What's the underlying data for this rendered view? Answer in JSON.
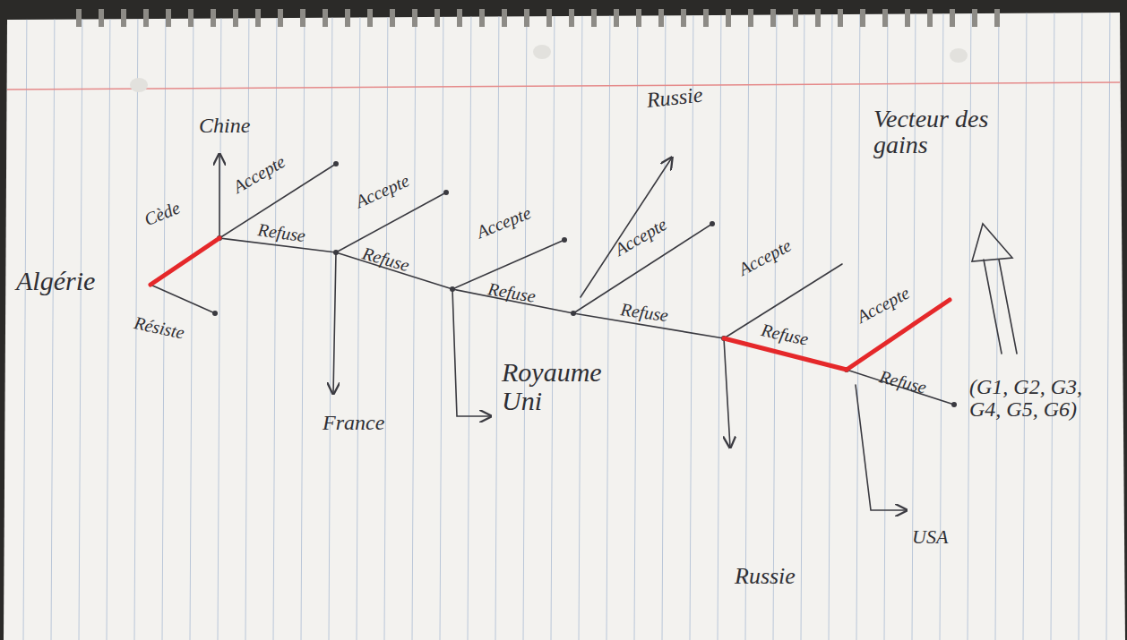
{
  "diagram": {
    "labels": [
      "Chine",
      "Accepte",
      "Cède",
      "Refuse",
      "Algérie",
      "Résiste",
      "Accepte",
      "Refuse",
      "France",
      "Accepte",
      "Refuse",
      "Royaume Uni",
      "Russie",
      "Accepte",
      "Refuse",
      "Accepte",
      "Refuse",
      "Russie",
      "Accepte",
      "Refuse",
      "USA",
      "Vecteur des gains",
      "(G1, G2, G3, G4, G5, G6)"
    ]
  }
}
